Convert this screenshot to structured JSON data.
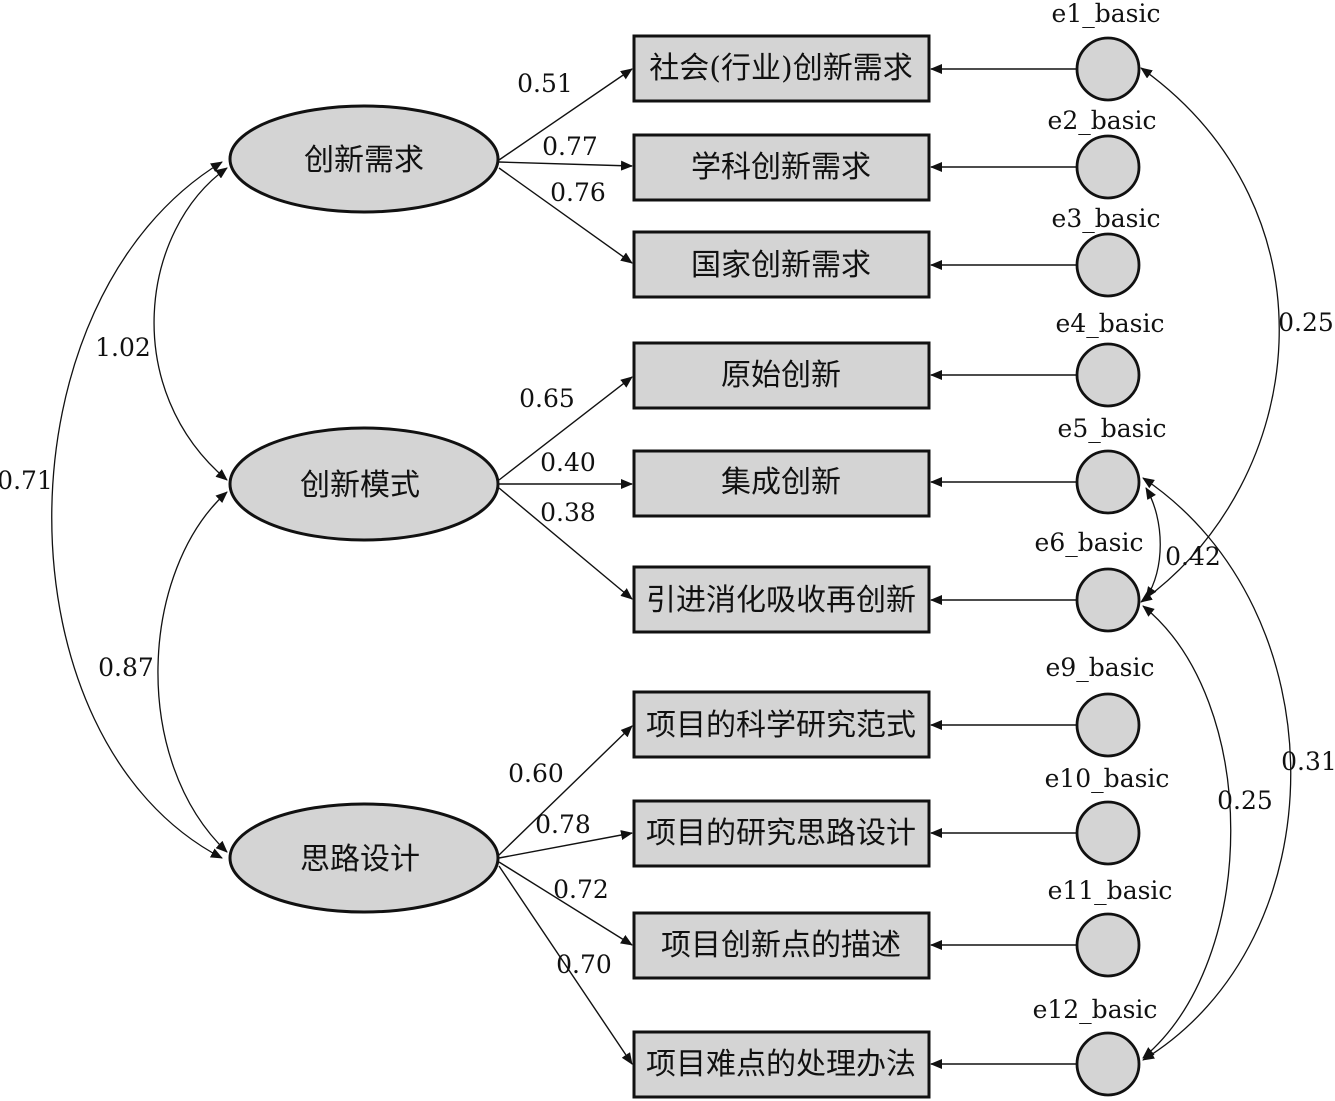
{
  "latents": {
    "demand": "创新需求",
    "mode": "创新模式",
    "design": "思路设计"
  },
  "indicators": [
    "社会(行业)创新需求",
    "学科创新需求",
    "国家创新需求",
    "原始创新",
    "集成创新",
    "引进消化吸收再创新",
    "项目的科学研究范式",
    "项目的研究思路设计",
    "项目创新点的描述",
    "项目难点的处理办法"
  ],
  "errors": [
    "e1_basic",
    "e2_basic",
    "e3_basic",
    "e4_basic",
    "e5_basic",
    "e6_basic",
    "e9_basic",
    "e10_basic",
    "e11_basic",
    "e12_basic"
  ],
  "loadings": {
    "demand": [
      "0.51",
      "0.77",
      "0.76"
    ],
    "mode": [
      "0.65",
      "0.40",
      "0.38"
    ],
    "design": [
      "0.60",
      "0.78",
      "0.72",
      "0.70"
    ]
  },
  "latent_covariances": {
    "demand_mode": "1.02",
    "demand_design": "0.71",
    "mode_design": "0.87"
  },
  "error_covariances": {
    "e1_e6": "0.25",
    "e5_e6": "0.42",
    "e5_e12": "0.31",
    "e6_e12": "0.25"
  }
}
